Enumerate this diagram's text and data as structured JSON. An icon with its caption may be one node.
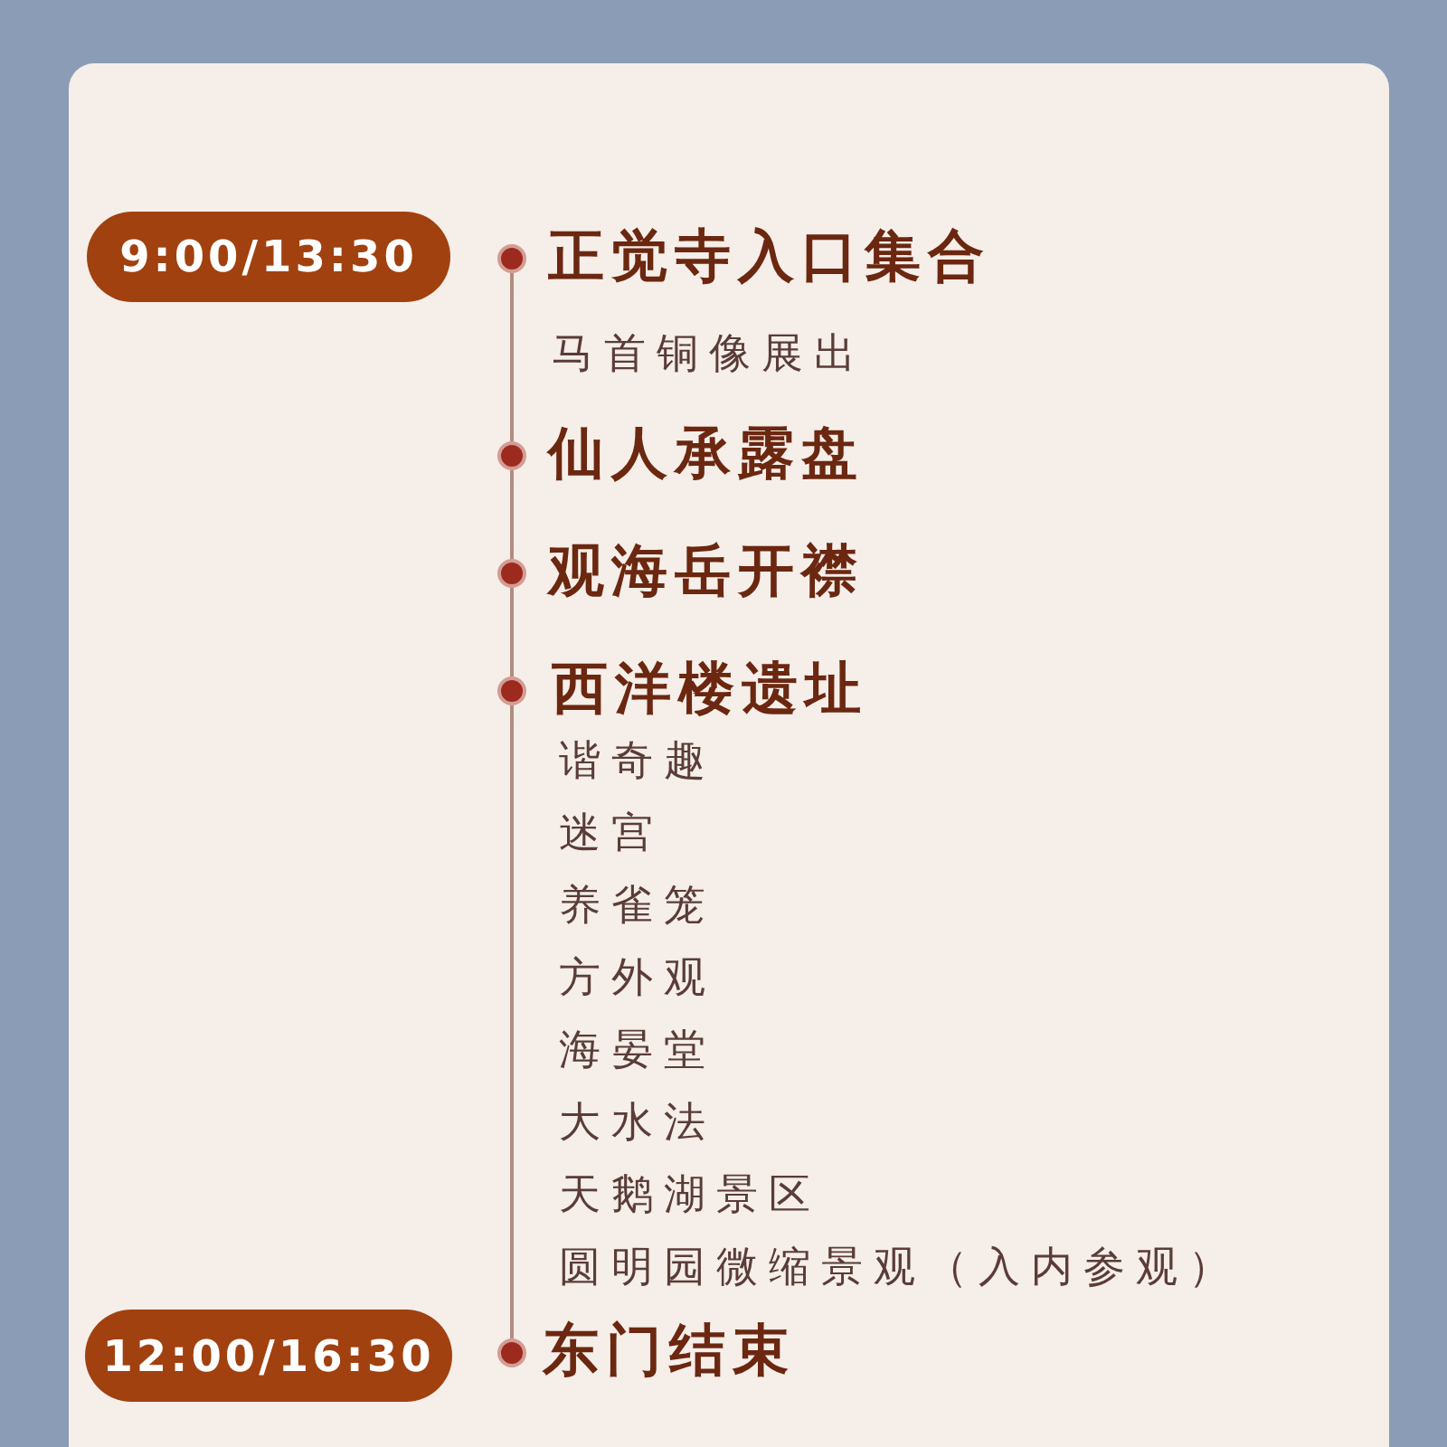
{
  "diagram": {
    "nodes": [
      {
        "text": [
          "9:00/13:30"
        ]
      },
      {
        "text": [],
        "shape": "circle",
        "beside": [
          "正觉寺入口集合",
          "马首铜像展出"
        ]
      },
      {
        "text": [],
        "shape": "circle",
        "beside": [
          "仙人承露盘"
        ]
      },
      {
        "text": [],
        "shape": "circle",
        "beside": [
          "观海岳开襟"
        ]
      },
      {
        "text": [],
        "shape": "circle",
        "beside": [
          "西洋楼遗址",
          "谐奇趣",
          "迷宫",
          "养雀笼",
          "方外观",
          "海晏堂",
          "大水法",
          "天鹅湖景区",
          "圆明园微缩景观（入内参观）"
        ]
      },
      {
        "text": [
          "12:00/16:30"
        ]
      },
      {
        "text": [],
        "shape": "circle",
        "beside": [
          "东门结束"
        ]
      }
    ],
    "edges": [
      {
        "from": 1,
        "to": 2,
        "arrow": "none"
      },
      {
        "from": 2,
        "to": 3,
        "arrow": "none"
      },
      {
        "from": 3,
        "to": 4,
        "arrow": "none"
      },
      {
        "from": 4,
        "to": 6,
        "arrow": "none"
      }
    ]
  }
}
